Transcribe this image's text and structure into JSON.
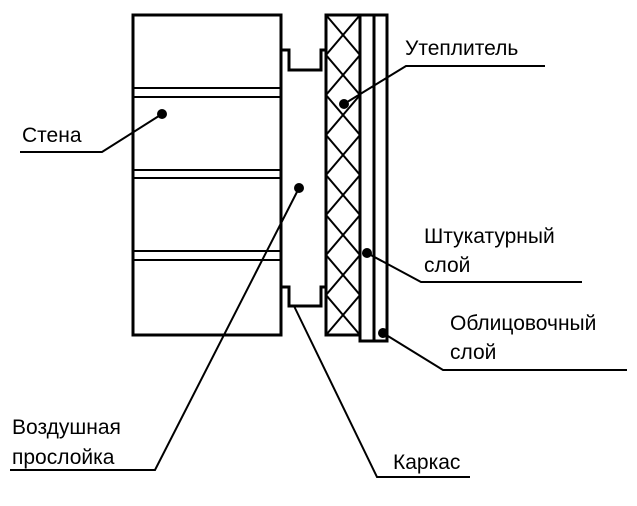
{
  "labels": {
    "insulation": "Утеплитель",
    "wall": "Стена",
    "plaster_line1": "Штукатурный",
    "plaster_line2": "слой",
    "facing_line1": "Облицовочный",
    "facing_line2": "слой",
    "air_gap_line1": "Воздушная",
    "air_gap_line2": "прослойка",
    "frame": "Каркас"
  },
  "colors": {
    "stroke": "#000000",
    "background": "#ffffff"
  }
}
